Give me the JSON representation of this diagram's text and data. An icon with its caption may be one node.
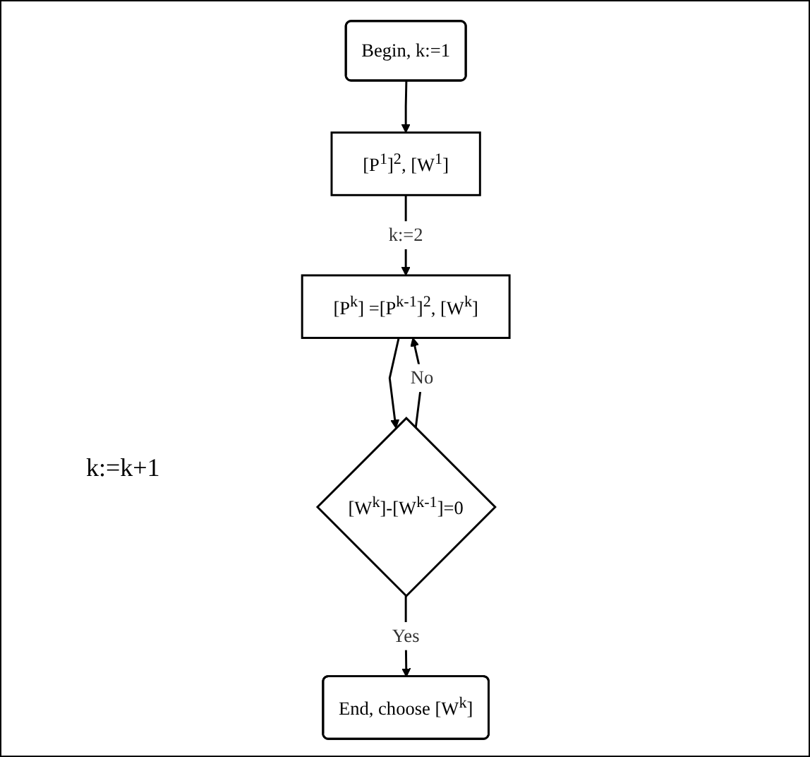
{
  "diagram": {
    "nodes": [
      {
        "text": [
          "Begin, k:=1"
        ]
      },
      {
        "text": [
          "[P$^{1}$]$^{2}$, [W$^{1}$]"
        ]
      },
      {
        "text": [
          "[P$^{k}$] =[P$^{k-1}$]$^{2}$, [W$^{k}$]"
        ]
      },
      {
        "text": [
          "[W$^{k}$]-[W$^{k-1}$]=0"
        ]
      },
      {
        "text": [
          "End, choose [W$^{k}$]"
        ]
      }
    ],
    "edges": [
      {
        "from": 0,
        "to": 1,
        "arrow": "to"
      },
      {
        "from": 1,
        "to": 2,
        "arrow": "to",
        "label": "k:=2"
      },
      {
        "from": 2,
        "to": 3,
        "arrow": "to"
      },
      {
        "from": 3,
        "to": 2,
        "arrow": "to",
        "label": "No"
      },
      {
        "from": 3,
        "to": 4,
        "arrow": "to",
        "label": "Yes"
      }
    ],
    "labels": [
      "k:=k+1"
    ]
  }
}
